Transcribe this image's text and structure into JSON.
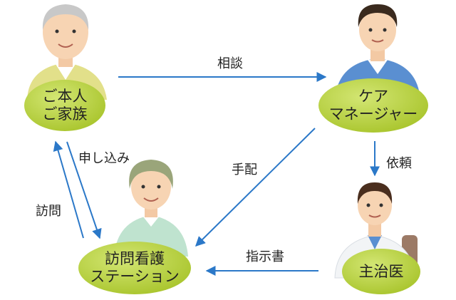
{
  "nodes": {
    "family": {
      "label": "ご本人\nご家族"
    },
    "care_manager": {
      "label": "ケア\nマネージャー"
    },
    "nursing_station": {
      "label": "訪問看護\nステーション"
    },
    "doctor": {
      "label": "主治医"
    }
  },
  "edges": {
    "consultation": {
      "label": "相談"
    },
    "application": {
      "label": "申し込み"
    },
    "visit": {
      "label": "訪問"
    },
    "arrangement": {
      "label": "手配"
    },
    "request": {
      "label": "依頼"
    },
    "instruction": {
      "label": "指示書"
    }
  },
  "colors": {
    "node_fill": "#b9d33c",
    "node_highlight": "#d3e673",
    "arrow": "#2b78c8"
  }
}
